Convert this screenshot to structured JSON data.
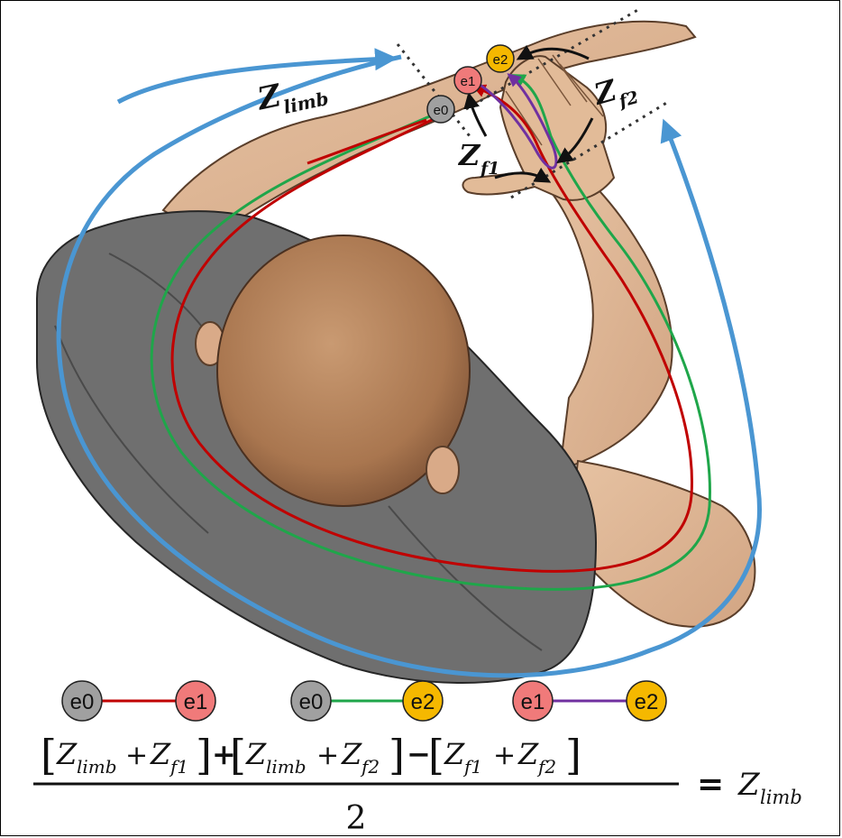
{
  "illustration": {
    "labels": {
      "z_limb": "Z",
      "z_limb_sub": "limb",
      "z_f1": "Z",
      "z_f1_sub": "f1",
      "z_f2": "Z",
      "z_f2_sub": "f2"
    },
    "electrodes": [
      {
        "id": "e0",
        "color": "#a0a0a0"
      },
      {
        "id": "e1",
        "color": "#f07a7a"
      },
      {
        "id": "e2",
        "color": "#f5b800"
      }
    ],
    "path_colors": {
      "e0_e1": "#c00000",
      "e0_e2": "#1fa64a",
      "e1_e2": "#7030a0",
      "limb_arrow": "#4a96d2"
    }
  },
  "formula": {
    "pairs": [
      {
        "from": "e0",
        "to": "e1",
        "line_color": "#c00000"
      },
      {
        "from": "e0",
        "to": "e2",
        "line_color": "#1fa64a"
      },
      {
        "from": "e1",
        "to": "e2",
        "line_color": "#7030a0"
      }
    ],
    "term1_open": "[",
    "term1": "Z",
    "term1_sub": "limb",
    "plus1": "+",
    "term1b": "Z",
    "term1b_sub": "f1",
    "term1_close": "]",
    "op1": "+",
    "term2_open": "[",
    "term2": "Z",
    "term2_sub": "limb",
    "plus2": "+",
    "term2b": "Z",
    "term2b_sub": "f2",
    "term2_close": "]",
    "op2": "−",
    "term3_open": "[",
    "term3": "Z",
    "term3_sub": "f1",
    "plus3": "+",
    "term3b": "Z",
    "term3b_sub": "f2",
    "term3_close": "]",
    "denominator": "2",
    "equals": "=",
    "result": "Z",
    "result_sub": "limb"
  }
}
